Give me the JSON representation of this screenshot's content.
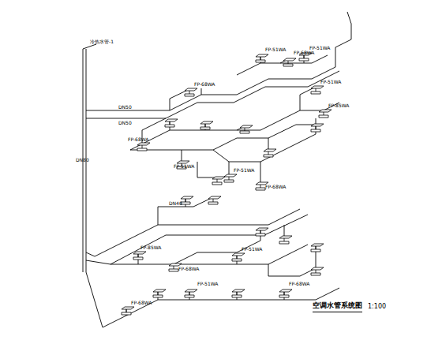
{
  "diagram": {
    "title": "空调水管系统图",
    "labels": [
      "1:100",
      "冷热水管-1",
      "DN80",
      "DN50",
      "DN50",
      "DN40",
      "FP-68WA",
      "FP-51WA",
      "FP-51WA",
      "FP-68WA",
      "FP-85WA",
      "FP-51WA",
      "FP-68WA",
      "FP-51WA",
      "FP-68WA",
      "FP-51WA",
      "FP-85WA",
      "FP-68WA",
      "FP-51WA",
      "FP-68WA",
      "FP-51WA",
      "FP-68WA"
    ]
  }
}
